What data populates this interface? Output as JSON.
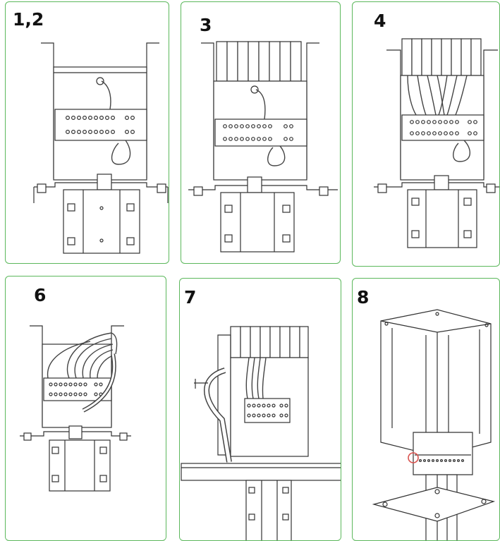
{
  "steps": [
    {
      "label": "1,2"
    },
    {
      "label": "3"
    },
    {
      "label": "4"
    },
    {
      "label": "6"
    },
    {
      "label": "7"
    },
    {
      "label": "8"
    }
  ],
  "colors": {
    "border": "#5cb85c",
    "highlight": "#d9534f"
  }
}
